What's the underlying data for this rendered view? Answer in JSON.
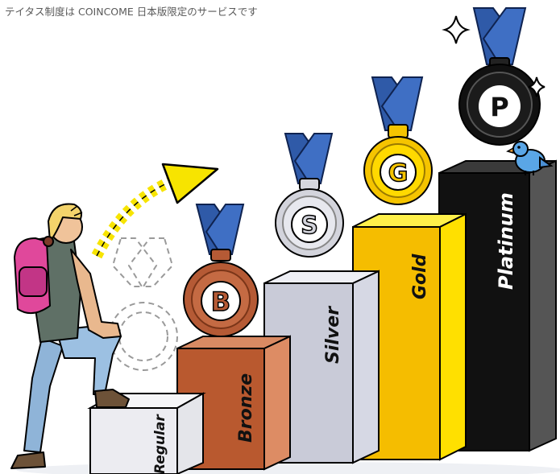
{
  "caption": "テイタス制度は COINCOME 日本版限定のサービスです",
  "tiers": [
    {
      "name": "Regular",
      "letter": "",
      "box_color": "#f2f2f4"
    },
    {
      "name": "Bronze",
      "letter": "B",
      "box_color": "#c8673f"
    },
    {
      "name": "Silver",
      "letter": "S",
      "box_color": "#dcdde6"
    },
    {
      "name": "Gold",
      "letter": "G",
      "box_color": "#f5c100"
    },
    {
      "name": "Platinum",
      "letter": "P",
      "box_color": "#1a1a1a"
    }
  ],
  "colors": {
    "ribbon": "#2f5aa8",
    "ribbon_dark": "#1d3e7e",
    "arrow": "#f7e400",
    "backpack": "#e0489b",
    "bird": "#5aa6e6"
  },
  "icons": [
    "hiker-figure",
    "arrow-icon",
    "sparkle-icon",
    "bird-icon",
    "medal-icon"
  ]
}
